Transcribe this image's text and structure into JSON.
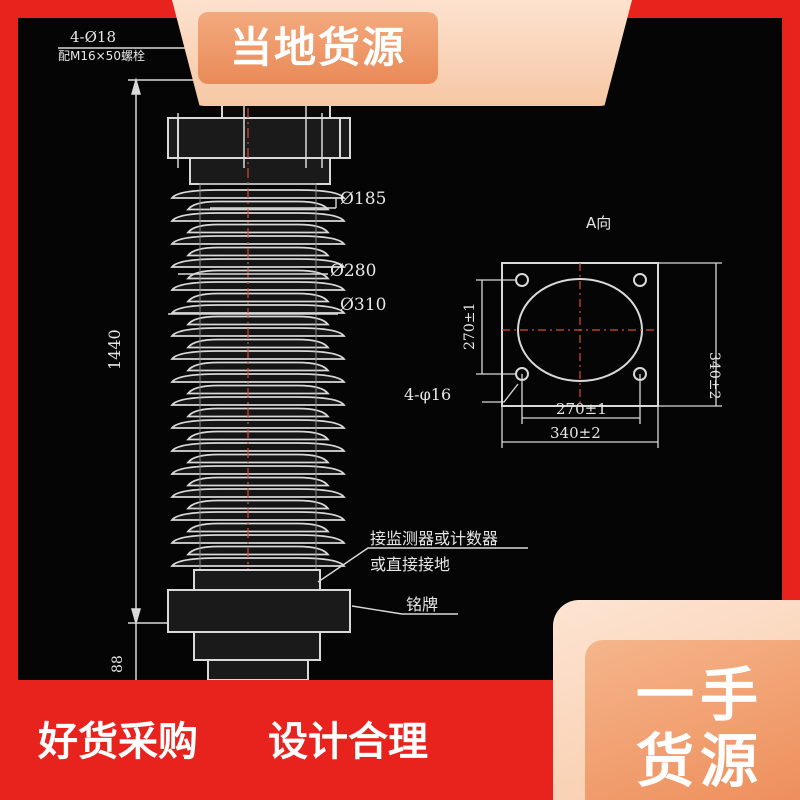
{
  "banner": {
    "top_label": "当地货源",
    "bottom_left": "好货采购",
    "bottom_middle": "设计合理",
    "corner_line1": "一手",
    "corner_line2": "货源"
  },
  "drawing": {
    "top_hole_note_1": "4-Ø18",
    "top_hole_note_2": "配M16×50螺栓",
    "dia_1": "Ø185",
    "dia_2": "Ø280",
    "dia_3": "Ø310",
    "height": "1440",
    "bottom_dim": "88",
    "view_label": "A向",
    "hole_note": "4-φ16",
    "inner_width": "270±1",
    "outer_width": "340±2",
    "inner_height": "270±1",
    "outer_height": "340±2",
    "note_counter_1": "接监测器或计数器",
    "note_counter_2": "或直接接地",
    "note_nameplate": "铭牌"
  },
  "colors": {
    "background_red": "#e8231e",
    "badge_peach": "#f6c7a4",
    "badge_orange": "#ee8f5c",
    "drawing_bg": "#050505",
    "drawing_lines": "#d9d9d9",
    "center_lines": "#d94a3a"
  }
}
